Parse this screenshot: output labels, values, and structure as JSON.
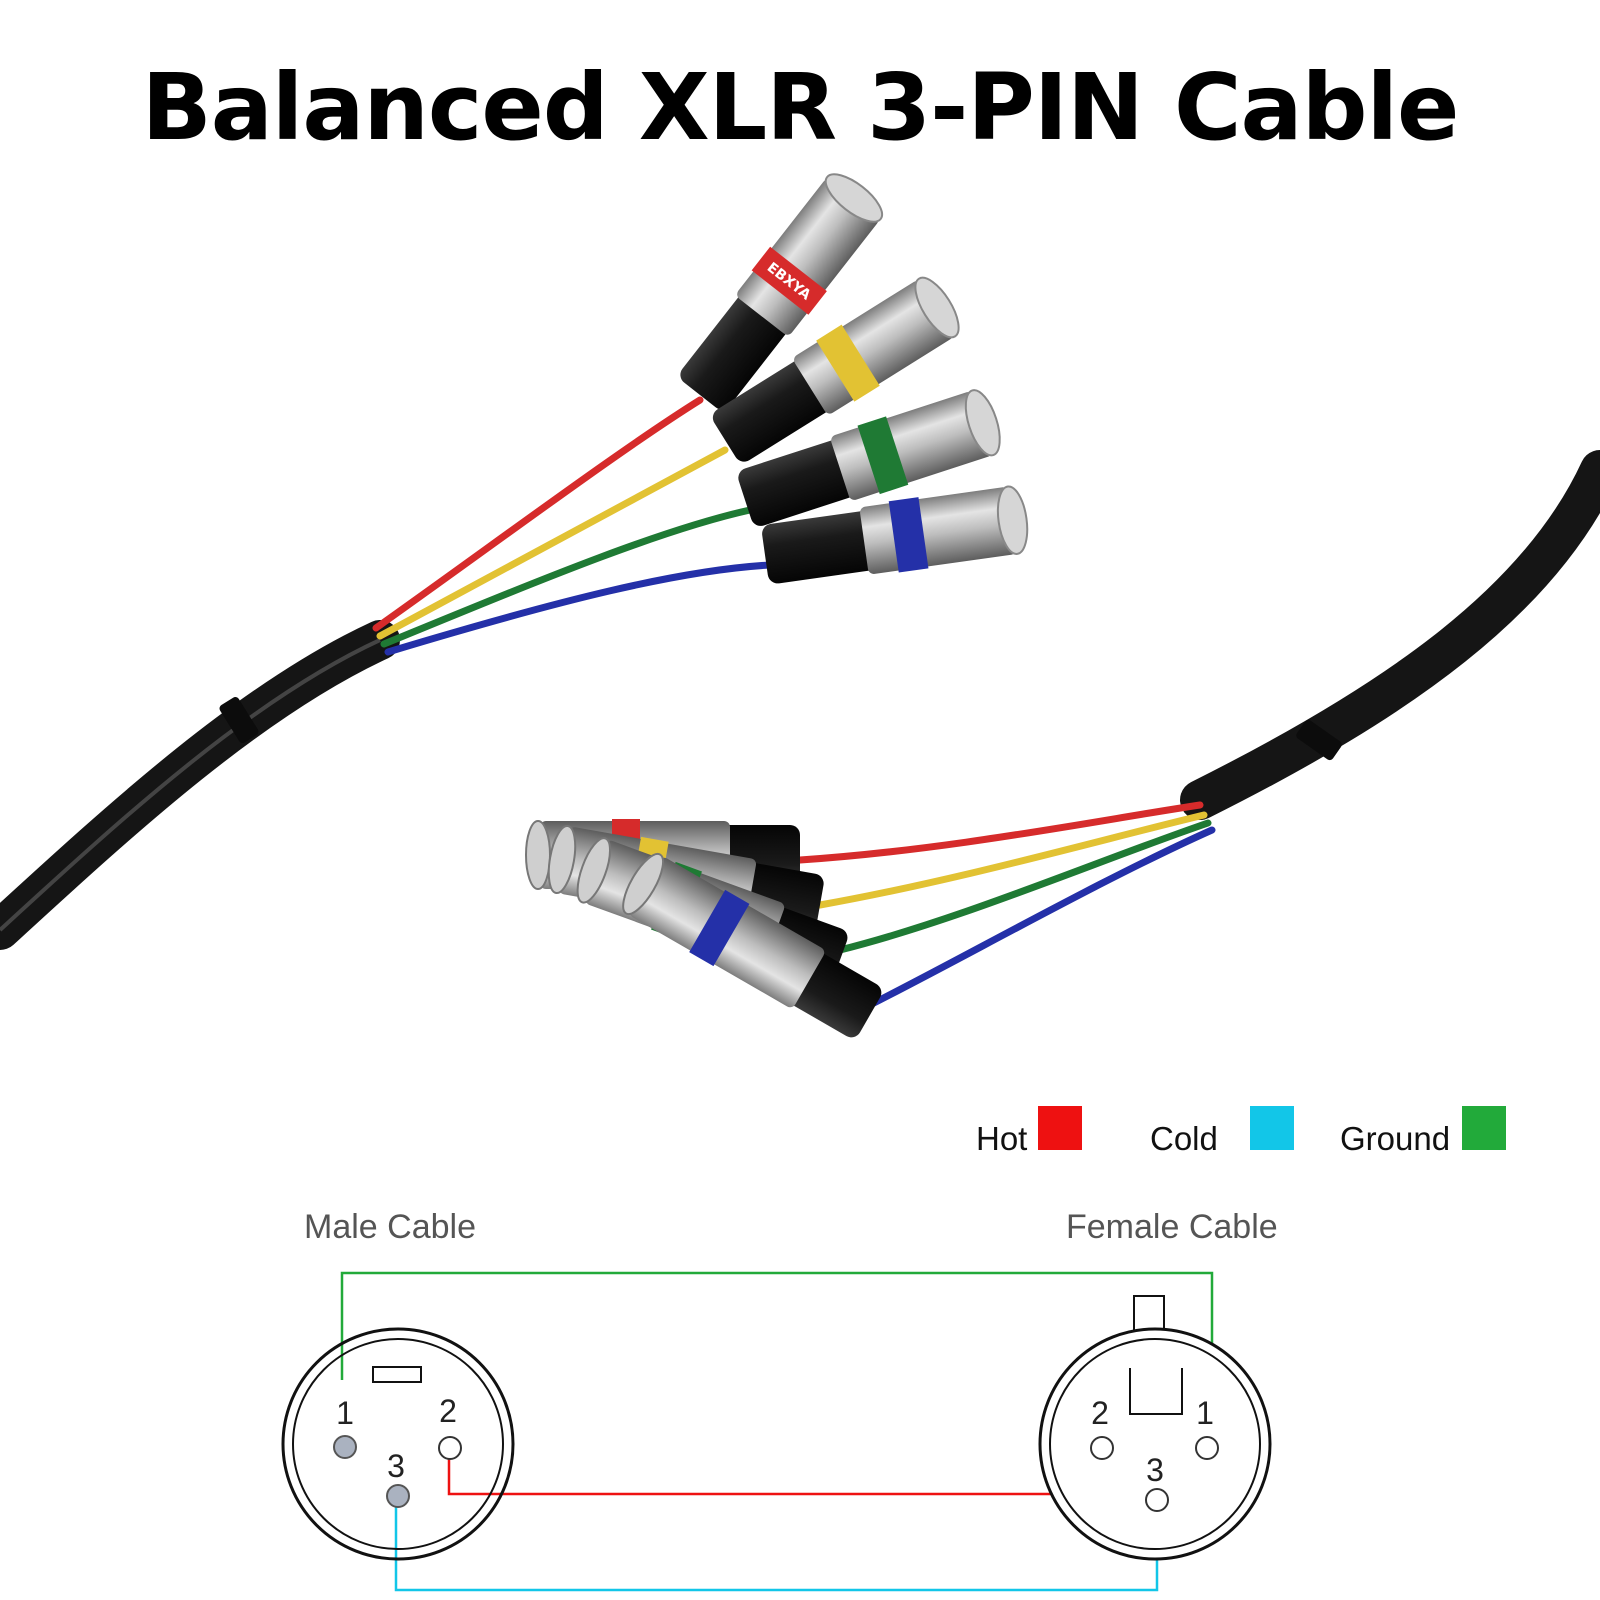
{
  "title": "Balanced XLR 3-PIN Cable",
  "brand": "EBXYA",
  "legend": [
    {
      "label": "Hot",
      "color": "#ee1111"
    },
    {
      "label": "Cold",
      "color": "#12c6e8"
    },
    {
      "label": "Ground",
      "color": "#22aa3a"
    }
  ],
  "wiring": {
    "male_label": "Male Cable",
    "female_label": "Female Cable",
    "male_pins": {
      "p1": "1",
      "p2": "2",
      "p3": "3"
    },
    "female_pins": {
      "p1": "1",
      "p2": "2",
      "p3": "3"
    }
  },
  "cable_colors": [
    "#d62b2b",
    "#e2c233",
    "#1f7a34",
    "#2430a8"
  ]
}
